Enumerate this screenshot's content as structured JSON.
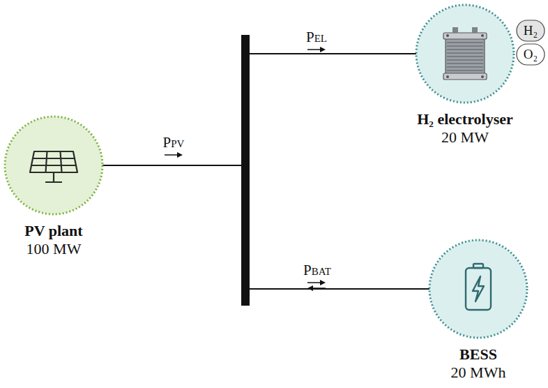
{
  "diagram": {
    "nodes": [
      {
        "text": [
          "PV plant",
          "100 MW"
        ]
      },
      {
        "text": [
          "H₂ electrolyser",
          "20 MW"
        ]
      },
      {
        "text": [
          "BESS",
          "20 MWh"
        ]
      }
    ],
    "edges": [
      {
        "from": 0,
        "to": 1,
        "arrow": "none",
        "label": "PEL"
      },
      {
        "from": 0,
        "to": 2,
        "arrow": "none",
        "label": "PBAT"
      }
    ],
    "labels": [
      "PPV",
      "H₂",
      "O₂"
    ]
  }
}
